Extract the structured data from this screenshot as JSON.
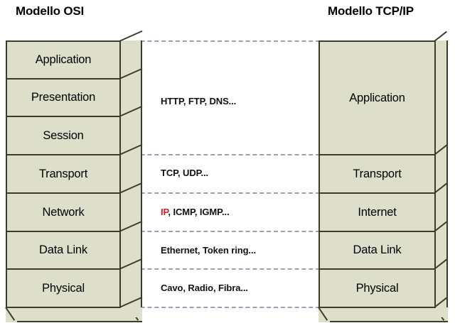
{
  "diagram": {
    "titles": {
      "left": "Modello OSI",
      "right": "Modello TCP/IP"
    },
    "colors": {
      "box_fill": "#DDDFCB",
      "box_border": "#3B3D28",
      "dashed_line": "#9AA0B4",
      "highlight_text": "#D32020",
      "background": "#FFFFFF"
    },
    "osi_stack": {
      "name": "Modello OSI",
      "layers": [
        {
          "label": "Application"
        },
        {
          "label": "Presentation"
        },
        {
          "label": "Session"
        },
        {
          "label": "Transport"
        },
        {
          "label": "Network"
        },
        {
          "label": "Data Link"
        },
        {
          "label": "Physical"
        }
      ]
    },
    "tcpip_stack": {
      "name": "Modello TCP/IP",
      "layers": [
        {
          "label": "Application",
          "spans_osi_layers": 3
        },
        {
          "label": "Transport",
          "spans_osi_layers": 1
        },
        {
          "label": "Internet",
          "spans_osi_layers": 1
        },
        {
          "label": "Data Link",
          "spans_osi_layers": 1
        },
        {
          "label": "Physical",
          "spans_osi_layers": 1
        }
      ]
    },
    "protocols": [
      {
        "id": "application",
        "text": "HTTP, FTP, DNS...",
        "highlight": ""
      },
      {
        "id": "transport",
        "text": "TCP, UDP...",
        "highlight": ""
      },
      {
        "id": "internet",
        "text": "IP, ICMP, IGMP...",
        "highlight": "IP"
      },
      {
        "id": "datalink",
        "text": "Ethernet, Token ring...",
        "highlight": ""
      },
      {
        "id": "physical",
        "text": "Cavo, Radio, Fibra...",
        "highlight": ""
      }
    ]
  }
}
